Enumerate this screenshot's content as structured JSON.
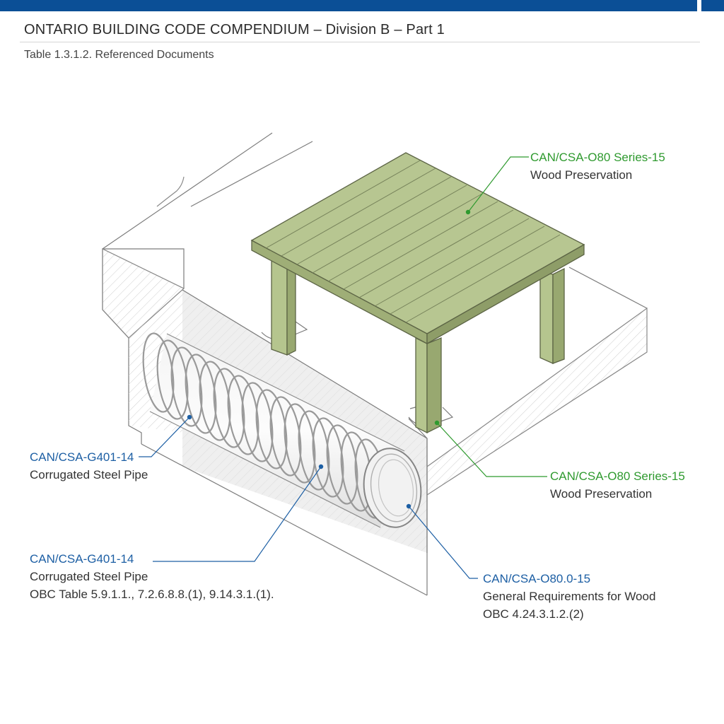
{
  "header": {
    "title": "ONTARIO BUILDING CODE COMPENDIUM – Division B – Part 1",
    "table_ref": "Table 1.3.1.2. Referenced Documents"
  },
  "colors": {
    "brand_bar": "#0b4f96",
    "blue_callout": "#1d5fa4",
    "green_callout": "#2f9a2f",
    "treated_wood": "#b5c58e"
  },
  "callouts": {
    "deck_top": {
      "code": "CAN/CSA-O80 Series-15",
      "desc": "Wood Preservation"
    },
    "deck_post": {
      "code": "CAN/CSA-O80 Series-15",
      "desc": "Wood Preservation"
    },
    "pipe_upper": {
      "code": "CAN/CSA-G401-14",
      "desc": "Corrugated Steel Pipe"
    },
    "pipe_lower": {
      "code": "CAN/CSA-G401-14",
      "desc": "Corrugated Steel Pipe",
      "ref": "OBC Table 5.9.1.1., 7.2.6.8.8.(1), 9.14.3.1.(1)."
    },
    "pipe_end": {
      "code": "CAN/CSA-O80.0-15",
      "desc": "General Requirements for Wood",
      "ref": "OBC 4.24.3.1.2.(2)"
    }
  }
}
